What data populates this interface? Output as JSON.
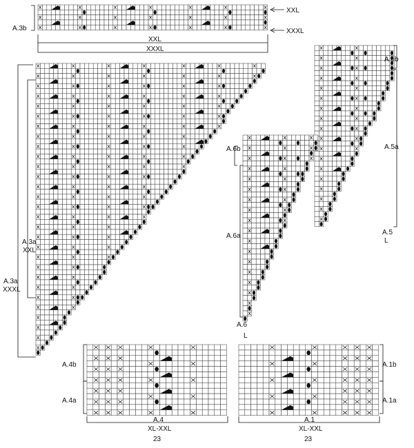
{
  "labels": {
    "a3b": "A.3b",
    "xxl_arrow": "XXL",
    "xxxl_arrow": "XXXL",
    "top_bracket_xxl": "XXL",
    "top_bracket_xxxl": "XXXL",
    "a3a_xxl_name": "A.3a",
    "a3a_xxl_size": "XXL",
    "a3a_xxxl_name": "A.3a",
    "a3a_xxxl_size": "XXXL",
    "a5b": "A.5b",
    "a5a": "A.5a",
    "a5_name": "A.5",
    "a5_size": "L",
    "a6b": "A.6b",
    "a6a": "A.6a",
    "a6_name": "A.6",
    "a6_size": "L",
    "a4b": "A.4b",
    "a4a": "A.4a",
    "a4_name": "A.4",
    "a4_size": "XL-XXL",
    "a4_count": "23",
    "a1b": "A.1b",
    "a1a": "A.1a",
    "a1_name": "A.1",
    "a1_size": "XL-XXL",
    "a1_count": "23"
  },
  "legend_icons": [
    "cross-stitch-icon",
    "triangle-motif-icon",
    "dot-icon",
    "empty-cell"
  ]
}
